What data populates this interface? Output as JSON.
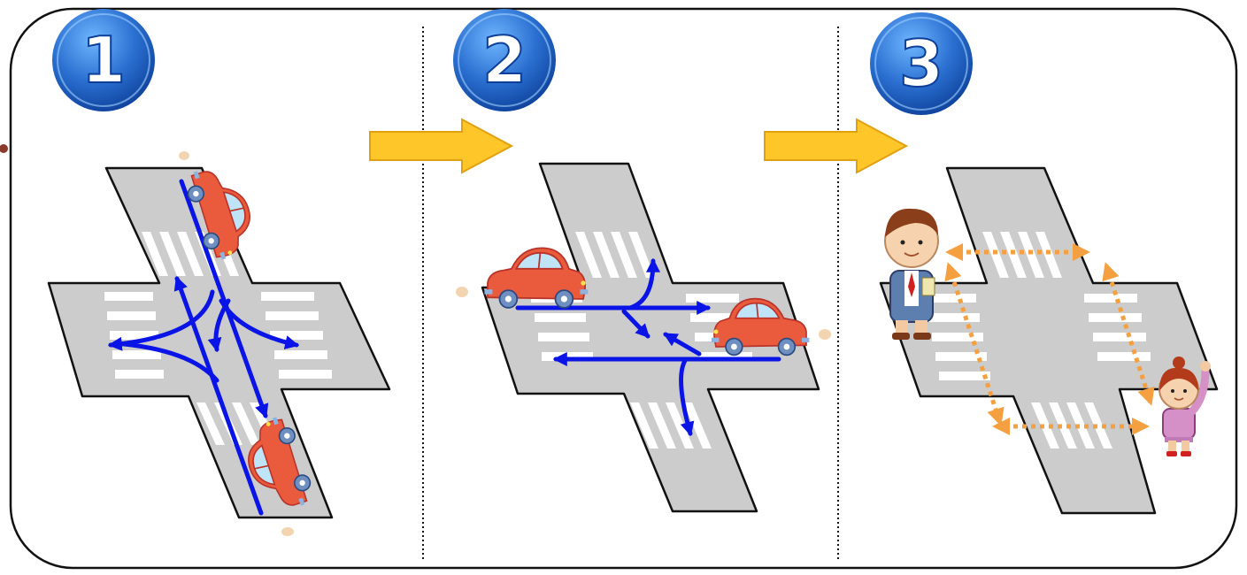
{
  "steps": [
    {
      "number": "1"
    },
    {
      "number": "2"
    },
    {
      "number": "3"
    }
  ],
  "colors": {
    "road": "#cccccc",
    "road_edge": "#111111",
    "stripe": "#ffffff",
    "arrow": "#0a14e6",
    "next_arrow": "#ffc629",
    "walk_arrow": "#f5a040",
    "car": "#ea5a3c",
    "badge": "#1f5fbf"
  },
  "icons": [
    "car-icon",
    "boy-icon",
    "girl-icon",
    "right-arrow-icon"
  ]
}
